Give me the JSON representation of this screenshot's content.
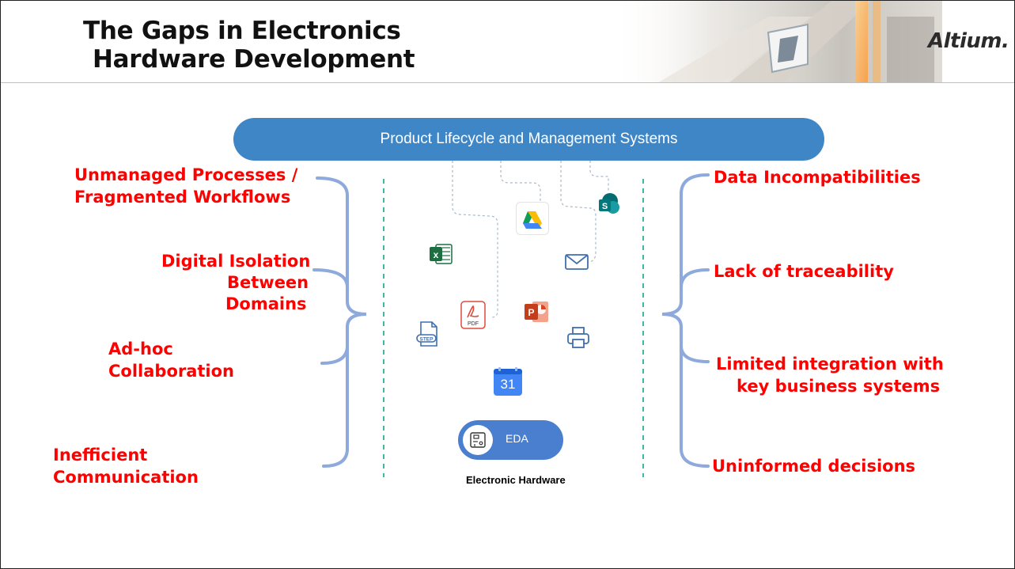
{
  "slide": {
    "title_line1": "The Gaps in Electronics",
    "title_line2": "Hardware Development",
    "brand": "Altium."
  },
  "center": {
    "plm_label": "Product Lifecycle and Management Systems",
    "eda_label": "EDA",
    "hardware_caption": "Electronic Hardware",
    "calendar_day": "31",
    "icons": [
      "google-drive-icon",
      "sharepoint-icon",
      "excel-icon",
      "email-icon",
      "pdf-icon",
      "powerpoint-icon",
      "step-file-icon",
      "printer-icon",
      "calendar-icon",
      "circuit-board-icon"
    ]
  },
  "left_gaps": [
    "Unmanaged Processes /",
    "Fragmented Workflows",
    "Digital Isolation",
    "Between",
    "Domains",
    "Ad-hoc",
    "Collaboration",
    "Inefficient",
    "Communication"
  ],
  "right_gaps": [
    "Data Incompatibilities",
    "Lack of traceability",
    "Limited integration with",
    "key business systems",
    "Uninformed decisions"
  ],
  "colors": {
    "gap_text": "#ff0000",
    "plm_bar": "#3f86c7",
    "eda_pill": "#4a7fcf",
    "brace": "#8ea9db",
    "dashed_divider": "#3fb9a4"
  }
}
